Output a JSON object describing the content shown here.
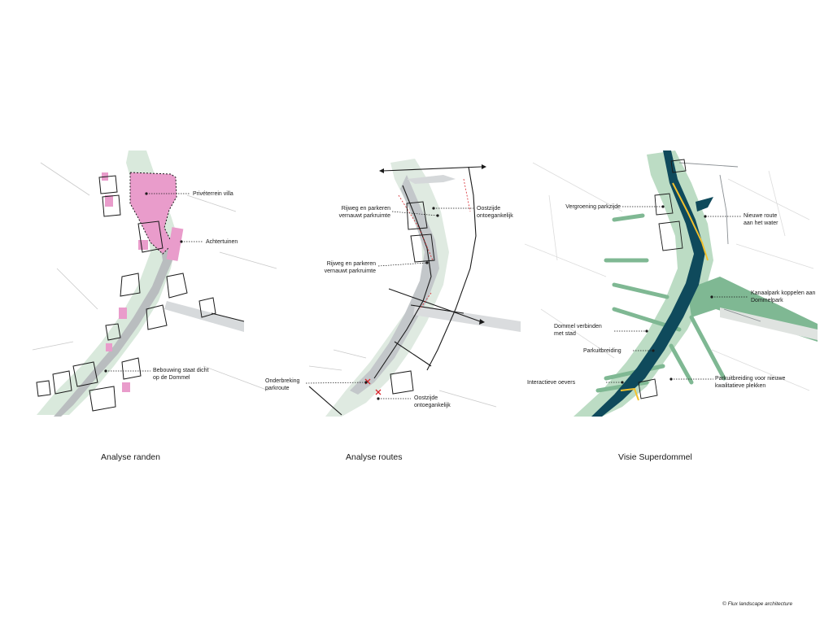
{
  "panels": [
    {
      "caption": "Analyse randen",
      "labels": [
        "Privéterrein villa",
        "Achtertuinen",
        "Bebouwing staat dicht op de Dommel"
      ],
      "label_lines": {
        "bebouwing_1": "Bebouwing staat dicht",
        "bebouwing_2": "op de Dommel"
      }
    },
    {
      "caption": "Analyse routes",
      "label_lines": {
        "rijweg_a_1": "Rijweg en parkeren",
        "rijweg_a_2": "vernauwt parkruimte",
        "rijweg_b_1": "Rijweg en parkeren",
        "rijweg_b_2": "vernauwt parkruimte",
        "oost_a_1": "Oostzijde",
        "oost_a_2": "ontoegankelijk",
        "onder_1": "Onderbreking",
        "onder_2": "parkroute",
        "oost_b_1": "Oostzijde",
        "oost_b_2": "ontoegankelijk"
      }
    },
    {
      "caption": "Visie Superdommel",
      "label_lines": {
        "vergroening": "Vergroening parkzijde",
        "nieuwe_1": "Nieuwe route",
        "nieuwe_2": "aan het water",
        "kanaal_1": "Kanaalpark koppelen aan",
        "kanaal_2": "Dommelpark",
        "dommel_1": "Dommel verbinden",
        "dommel_2": "met stad",
        "parkuit": "Parkuitbreiding",
        "parkuit_nieuw_1": "Parkuitbreiding voor nieuwe",
        "parkuit_nieuw_2": "kwalitatieve plekken",
        "interactief": "Interactieve oevers"
      }
    }
  ],
  "credit": "© Flux landscape architecture",
  "colors": {
    "park_green": "#cfe3d2",
    "park_green_dark": "#7fb893",
    "private_pink": "#e99ccb",
    "river_blue": "#0f4a5c",
    "route_yellow": "#f2c12e",
    "road_grey": "#cfd3d6",
    "conflict_red": "#d6262c",
    "building_line": "#1a1a1a"
  }
}
